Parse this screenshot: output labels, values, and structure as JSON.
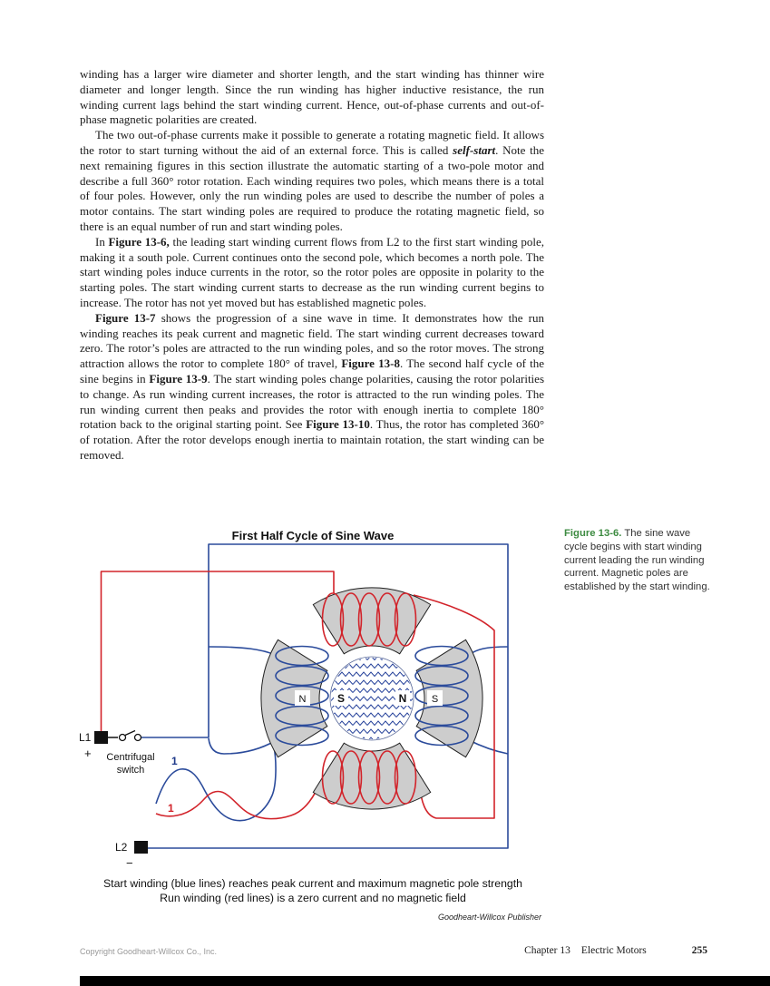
{
  "document": {
    "paragraphs": [
      {
        "indent": false,
        "runs": [
          {
            "t": "winding has a larger wire diameter and shorter length, and the start winding has thinner wire diameter and longer length. Since the run winding has higher inductive resistance, the run winding current lags behind the start winding current. Hence, out-of-phase currents and out-of-phase magnetic polarities are created."
          }
        ]
      },
      {
        "indent": true,
        "runs": [
          {
            "t": "The two out-of-phase currents make it possible to generate a rotating magnetic field. It allows the rotor to start turning without the aid of an external force. This is called "
          },
          {
            "t": "self-start",
            "b": true,
            "i": true
          },
          {
            "t": ". Note the next remaining figures in this section illustrate the automatic starting of a two-pole motor and describe a full 360° rotor rotation. Each winding requires two poles, which means there is a total of four poles. However, only the run winding poles are used to describe the number of poles a motor contains. The start winding poles are required to produce the rotating magnetic field, so there is an equal number of run and start winding poles."
          }
        ]
      },
      {
        "indent": true,
        "runs": [
          {
            "t": "In "
          },
          {
            "t": "Figure 13-6,",
            "b": true
          },
          {
            "t": " the leading start winding current flows from L2 to the first start winding pole, making it a south pole. Current continues onto the second pole, which becomes a north pole. The start winding poles induce currents in the rotor, so the rotor poles are opposite in polarity to the starting poles. The start winding current starts to decrease as the run winding current begins to increase. The rotor has not yet moved but has established magnetic poles."
          }
        ]
      },
      {
        "indent": true,
        "runs": [
          {
            "t": "Figure 13-7",
            "b": true
          },
          {
            "t": " shows the progression of a sine wave in time. It demonstrates how the run winding reaches its peak current and magnetic field. The start winding current decreases toward zero. The rotor’s poles are attracted to the run winding poles, and so the rotor moves. The strong attraction allows the rotor to complete 180° of travel, "
          },
          {
            "t": "Figure 13-8",
            "b": true
          },
          {
            "t": ". The second half cycle of the sine begins in "
          },
          {
            "t": "Figure 13-9",
            "b": true
          },
          {
            "t": ". The start winding poles change polarities, causing the rotor polarities to change. As run winding current increases, the rotor is attracted to the run winding poles. The run winding current then peaks and provides the rotor with enough inertia to complete 180° rotation back to the original starting point. See "
          },
          {
            "t": "Figure 13-10",
            "b": true
          },
          {
            "t": ". Thus, the rotor has completed 360° of rotation. After the rotor develops enough inertia to maintain rotation, the start winding can be removed."
          }
        ]
      }
    ]
  },
  "figure": {
    "title": "First Half Cycle of Sine Wave",
    "labels": {
      "l1": "L1",
      "plus": "+",
      "centrifugal_line1": "Centrifugal",
      "centrifugal_line2": "switch",
      "l2": "L2",
      "minus": "−",
      "left_pole": "N",
      "rotor_left": "S",
      "rotor_right": "N",
      "right_pole": "S",
      "start_wave": "1",
      "run_wave": "1"
    },
    "caption_line1": "Start winding (blue lines) reaches peak current and maximum magnetic pole strength",
    "caption_line2": "Run winding (red lines) is a zero current and no magnetic field",
    "credit": "Goodheart-Willcox Publisher"
  },
  "margin_caption": {
    "heading": "Figure 13-6.",
    "body": " The sine wave cycle begins with start winding current leading the run winding current. Magnetic poles are established by the start winding."
  },
  "footer": {
    "copyright": "Copyright Goodheart-Willcox Co., Inc.",
    "chapter_label": "Chapter 13",
    "chapter_title": "Electric Motors",
    "page_number": "255"
  },
  "colors": {
    "figure_green": "#3d8b41",
    "wire_red": "#d2232a",
    "wire_blue": "#2b4b9b",
    "wave_navy": "#1f3a8a",
    "pole_gray": "#cdcdcd"
  }
}
